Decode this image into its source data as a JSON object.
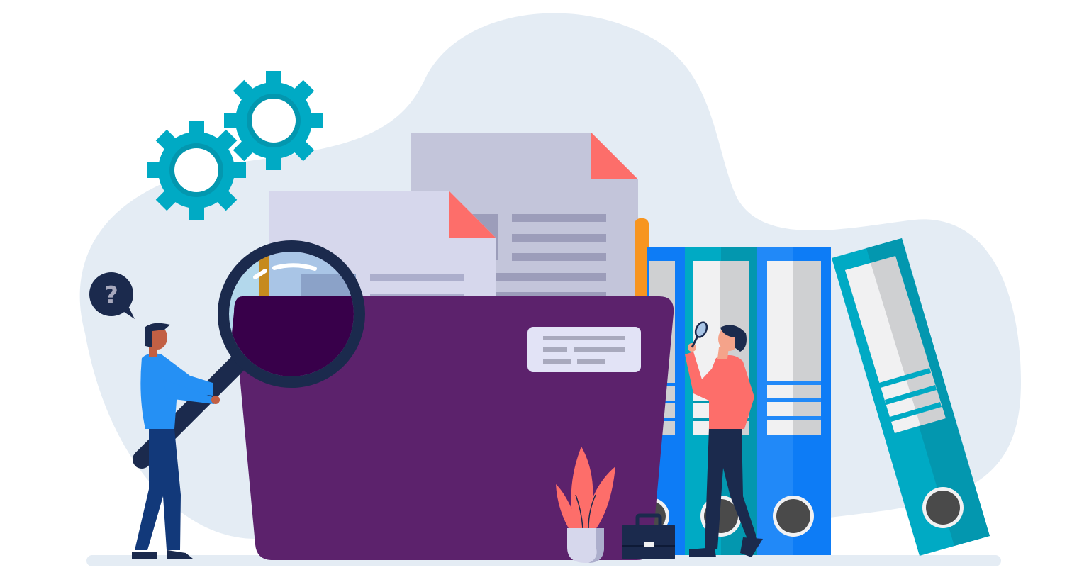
{
  "illustration": {
    "theme": "document search and file management",
    "speech_bubble_text": "?",
    "colors": {
      "background": "#ffffff",
      "blob": "#e4ecf4",
      "floor": "#e4ecf4",
      "gear": "#00aac4",
      "gear_inner": "#0397af",
      "folder": "#5c226c",
      "folder_dark": "#3a004c",
      "folder_tab": "#f7951f",
      "doc_back": "#c3c5da",
      "doc_front": "#d6d7ec",
      "doc_lines": "#9c9dba",
      "doc_fold": "#fd6e6a",
      "label_card": "#e2e3f6",
      "label_lines": "#a8a9bd",
      "magnifier": "#1b2a4d",
      "lens": "#a9c5e6",
      "binder_blue": "#0d7cf6",
      "binder_blue_light": "#2189f8",
      "binder_teal": "#00aac4",
      "binder_teal_dark": "#0397af",
      "binder_label_light": "#f1f1f2",
      "binder_label_dark": "#cfd0d2",
      "ring": "#4a4a4a",
      "shirt_blue": "#2590f4",
      "pants_blue": "#12397a",
      "shirt_coral": "#fd6e6a",
      "pants_navy": "#1b2a4d",
      "skin_dark": "#c26044",
      "skin_light": "#f5a38a",
      "hair": "#1b2a4d",
      "plant": "#fd6e6a",
      "pot": "#d6d7ec",
      "briefcase": "#1b2a4d"
    },
    "elements": [
      "gear-large",
      "gear-small",
      "speech-bubble",
      "person-with-magnifier",
      "giant-magnifier",
      "folder",
      "document-back",
      "document-front",
      "label-card",
      "binders",
      "leaning-binder",
      "person-reading",
      "potted-plant",
      "briefcase"
    ]
  }
}
